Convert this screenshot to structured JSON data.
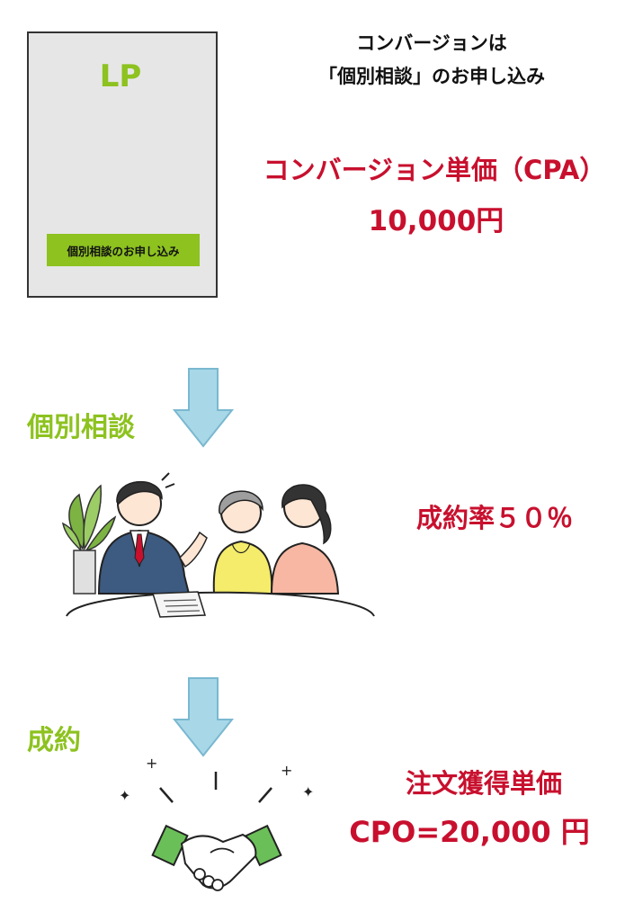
{
  "colors": {
    "green": "#8dc21f",
    "red": "#c8102e",
    "arrow_fill": "#a8d8e8",
    "arrow_stroke": "#7ab8d0"
  },
  "lp": {
    "label": "LP",
    "button_label": "個別相談のお申し込み"
  },
  "conversion": {
    "title_line1": "コンバージョンは",
    "title_line2": "「個別相談」のお申し込み",
    "cpa_label": "コンバージョン単価（CPA）",
    "cpa_value": "10,000円"
  },
  "consultation": {
    "label": "個別相談",
    "rate": "成約率５０％"
  },
  "contract": {
    "label": "成約",
    "cpo_label": "注文獲得単価",
    "cpo_value": "CPO=20,000 円"
  },
  "icons": [
    "down-arrow-icon",
    "meeting-illustration",
    "plant-icon",
    "document-icon",
    "handshake-icon",
    "sparkle-icon"
  ]
}
